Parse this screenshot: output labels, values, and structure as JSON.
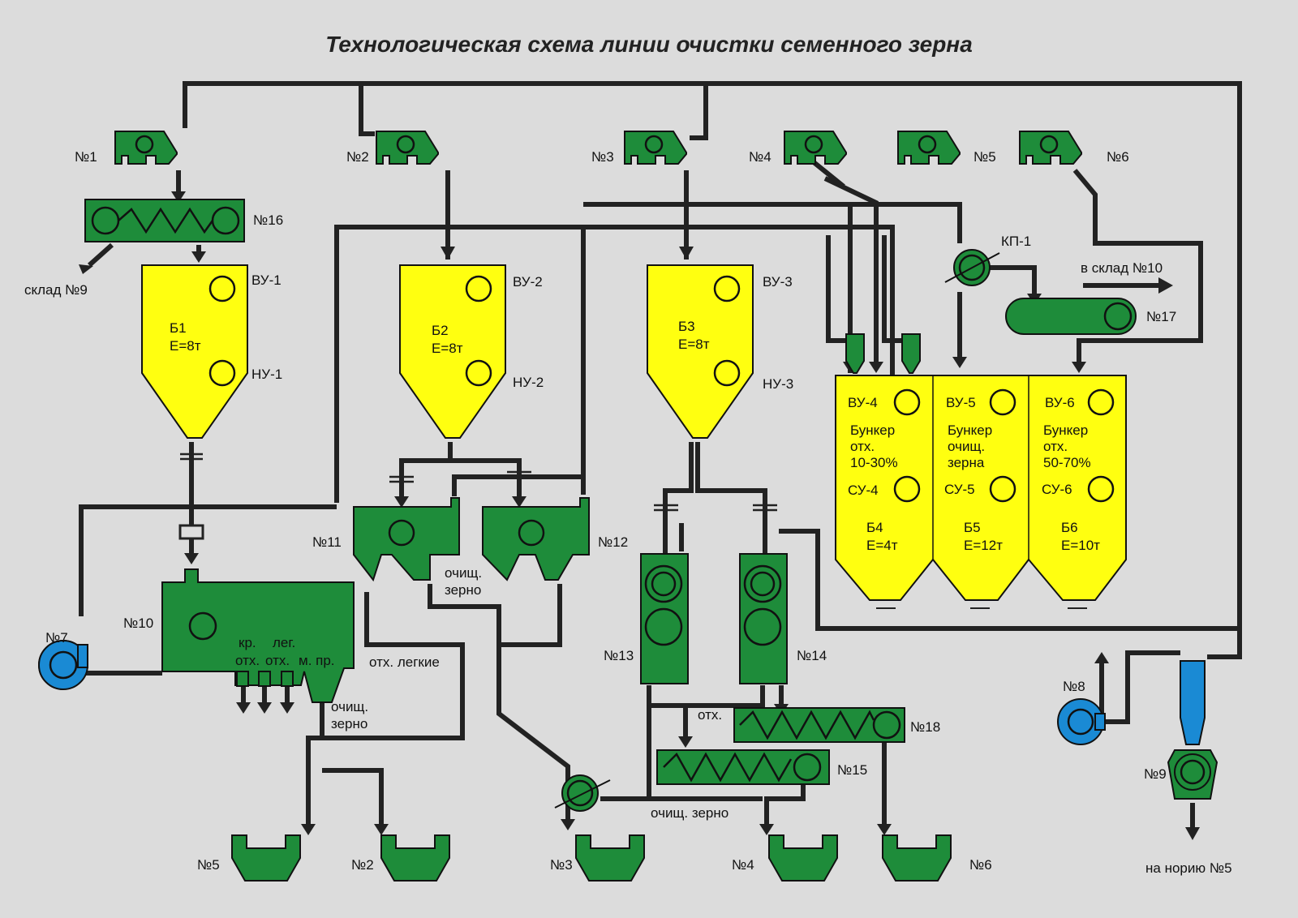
{
  "title": "Технологическая схема линии очистки семенного зерна",
  "elevators": [
    "№1",
    "№2",
    "№3",
    "№4",
    "№5",
    "№6"
  ],
  "unloaders": [
    "№5",
    "№2",
    "№3",
    "№4",
    "№6"
  ],
  "bins": {
    "b1": {
      "name": "Б1",
      "cap": "Е=8т",
      "top": "ВУ-1",
      "bot": "НУ-1"
    },
    "b2": {
      "name": "Б2",
      "cap": "Е=8т",
      "top": "ВУ-2",
      "bot": "НУ-2"
    },
    "b3": {
      "name": "Б3",
      "cap": "Е=8т",
      "top": "ВУ-3",
      "bot": "НУ-3"
    }
  },
  "bunkers": [
    {
      "top": "ВУ-4",
      "l1": "Бункер",
      "l2": "отх.",
      "l3": "10-30%",
      "mid": "СУ-4",
      "name": "Б4",
      "cap": "Е=4т"
    },
    {
      "top": "ВУ-5",
      "l1": "Бункер",
      "l2": "очищ.",
      "l3": "зерна",
      "mid": "СУ-5",
      "name": "Б5",
      "cap": "Е=12т"
    },
    {
      "top": "ВУ-6",
      "l1": "Бункер",
      "l2": "отх.",
      "l3": "50-70%",
      "mid": "СУ-6",
      "name": "Б6",
      "cap": "Е=10т"
    }
  ],
  "equipment": {
    "n7": "№7",
    "n8": "№8",
    "n9": "№9",
    "n10": "№10",
    "n11": "№11",
    "n12": "№12",
    "n13": "№13",
    "n14": "№14",
    "n15": "№15",
    "n16": "№16",
    "n17": "№17",
    "n18": "№18",
    "kp1": "КП-1"
  },
  "notes": {
    "sklad9": "склад №9",
    "sklad10": "в склад №10",
    "kr_otx": "кр.",
    "kr_otx2": "отх.",
    "leg_otx": "лег.",
    "leg_otx2": "отх.",
    "m_pr": "м. пр.",
    "ochish1": "очищ.",
    "zerno1": "зерно",
    "ochish2": "очищ.",
    "zerno2": "зерно",
    "otx_legkie": "отх. легкие",
    "otx": "отх.",
    "ochish_zerno": "очищ. зерно",
    "na_noriu": "на норию №5"
  },
  "colors": {
    "green": "#1e8c3a",
    "yellow": "#ffff10",
    "blue": "#1a8ad4",
    "pipe": "#222222",
    "background": "#dcdcdc"
  }
}
